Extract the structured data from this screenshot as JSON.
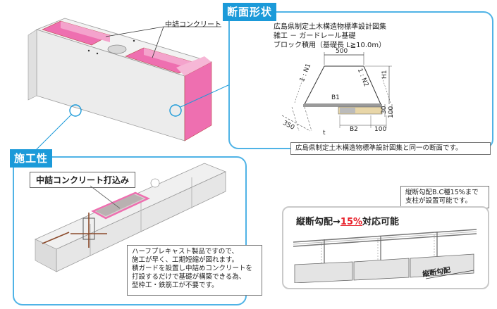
{
  "top": {
    "label_infill": "中詰コンクリート"
  },
  "section": {
    "tag": "断面形状",
    "title_lines": [
      "広島県制定土木構造物標準設計図集",
      "雑工 － ガードレール基礎",
      "ブロック積用（基礎長 L≧10.0m）"
    ],
    "dims": {
      "top_width": "500",
      "n1": "1 : N1",
      "n2": "1 : N2",
      "h1": "H1",
      "b1": "B1",
      "b2": "B2",
      "d350": "350",
      "t": "t",
      "d100a": "100",
      "d100b": "100",
      "d30": "30"
    },
    "note": "広島県制定土木構造物標準設計図集と同一の断面です。"
  },
  "construct": {
    "tag": "施工性",
    "pour_label": "中詰コンクリート打込み",
    "note_lines": [
      "ハーフプレキャスト製品ですので、",
      "施工が早く、工期短縮が図れます。",
      "積ガードを設置し中詰めコンクリートを",
      "打設するだけで基礎が構築できる為、",
      "型枠工・鉄筋工が不要です。"
    ]
  },
  "slope": {
    "callout_lines": [
      "縦断勾配B.C種15%まで",
      "支柱が設置可能です。"
    ],
    "title_prefix": "縦断勾配→",
    "title_value": "15%",
    "title_suffix": "対応可能",
    "slope_label": "縦断勾配"
  },
  "colors": {
    "accent_blue": "#1b9ad9",
    "panel_border": "#4fb3e6",
    "pink": "#ee6fb0",
    "highlight_red": "#e8202a"
  }
}
